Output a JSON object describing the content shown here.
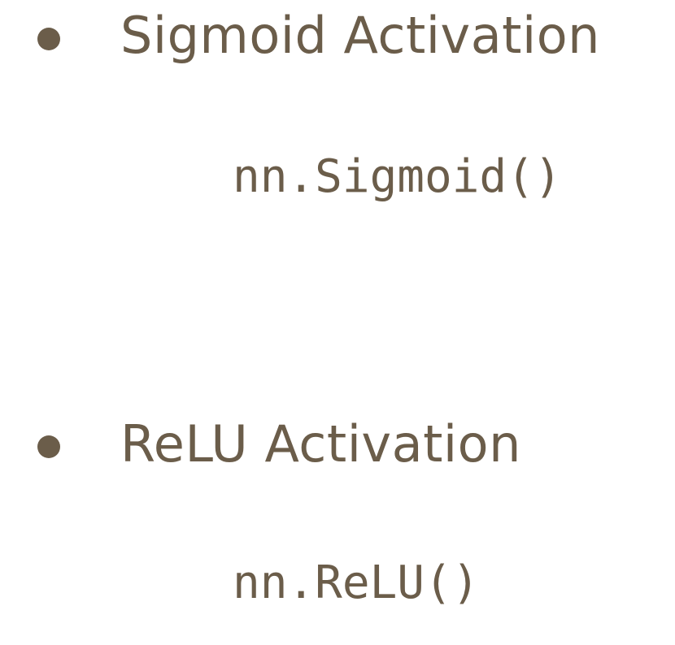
{
  "items": [
    {
      "heading": "Sigmoid Activation",
      "code": "nn.Sigmoid()",
      "bullet_icon": "bullet-dot-icon"
    },
    {
      "heading": "ReLU Activation",
      "code": "nn.ReLU()",
      "bullet_icon": "bullet-dot-icon"
    }
  ],
  "colors": {
    "text": "#6b5d4a",
    "background": "#ffffff"
  }
}
